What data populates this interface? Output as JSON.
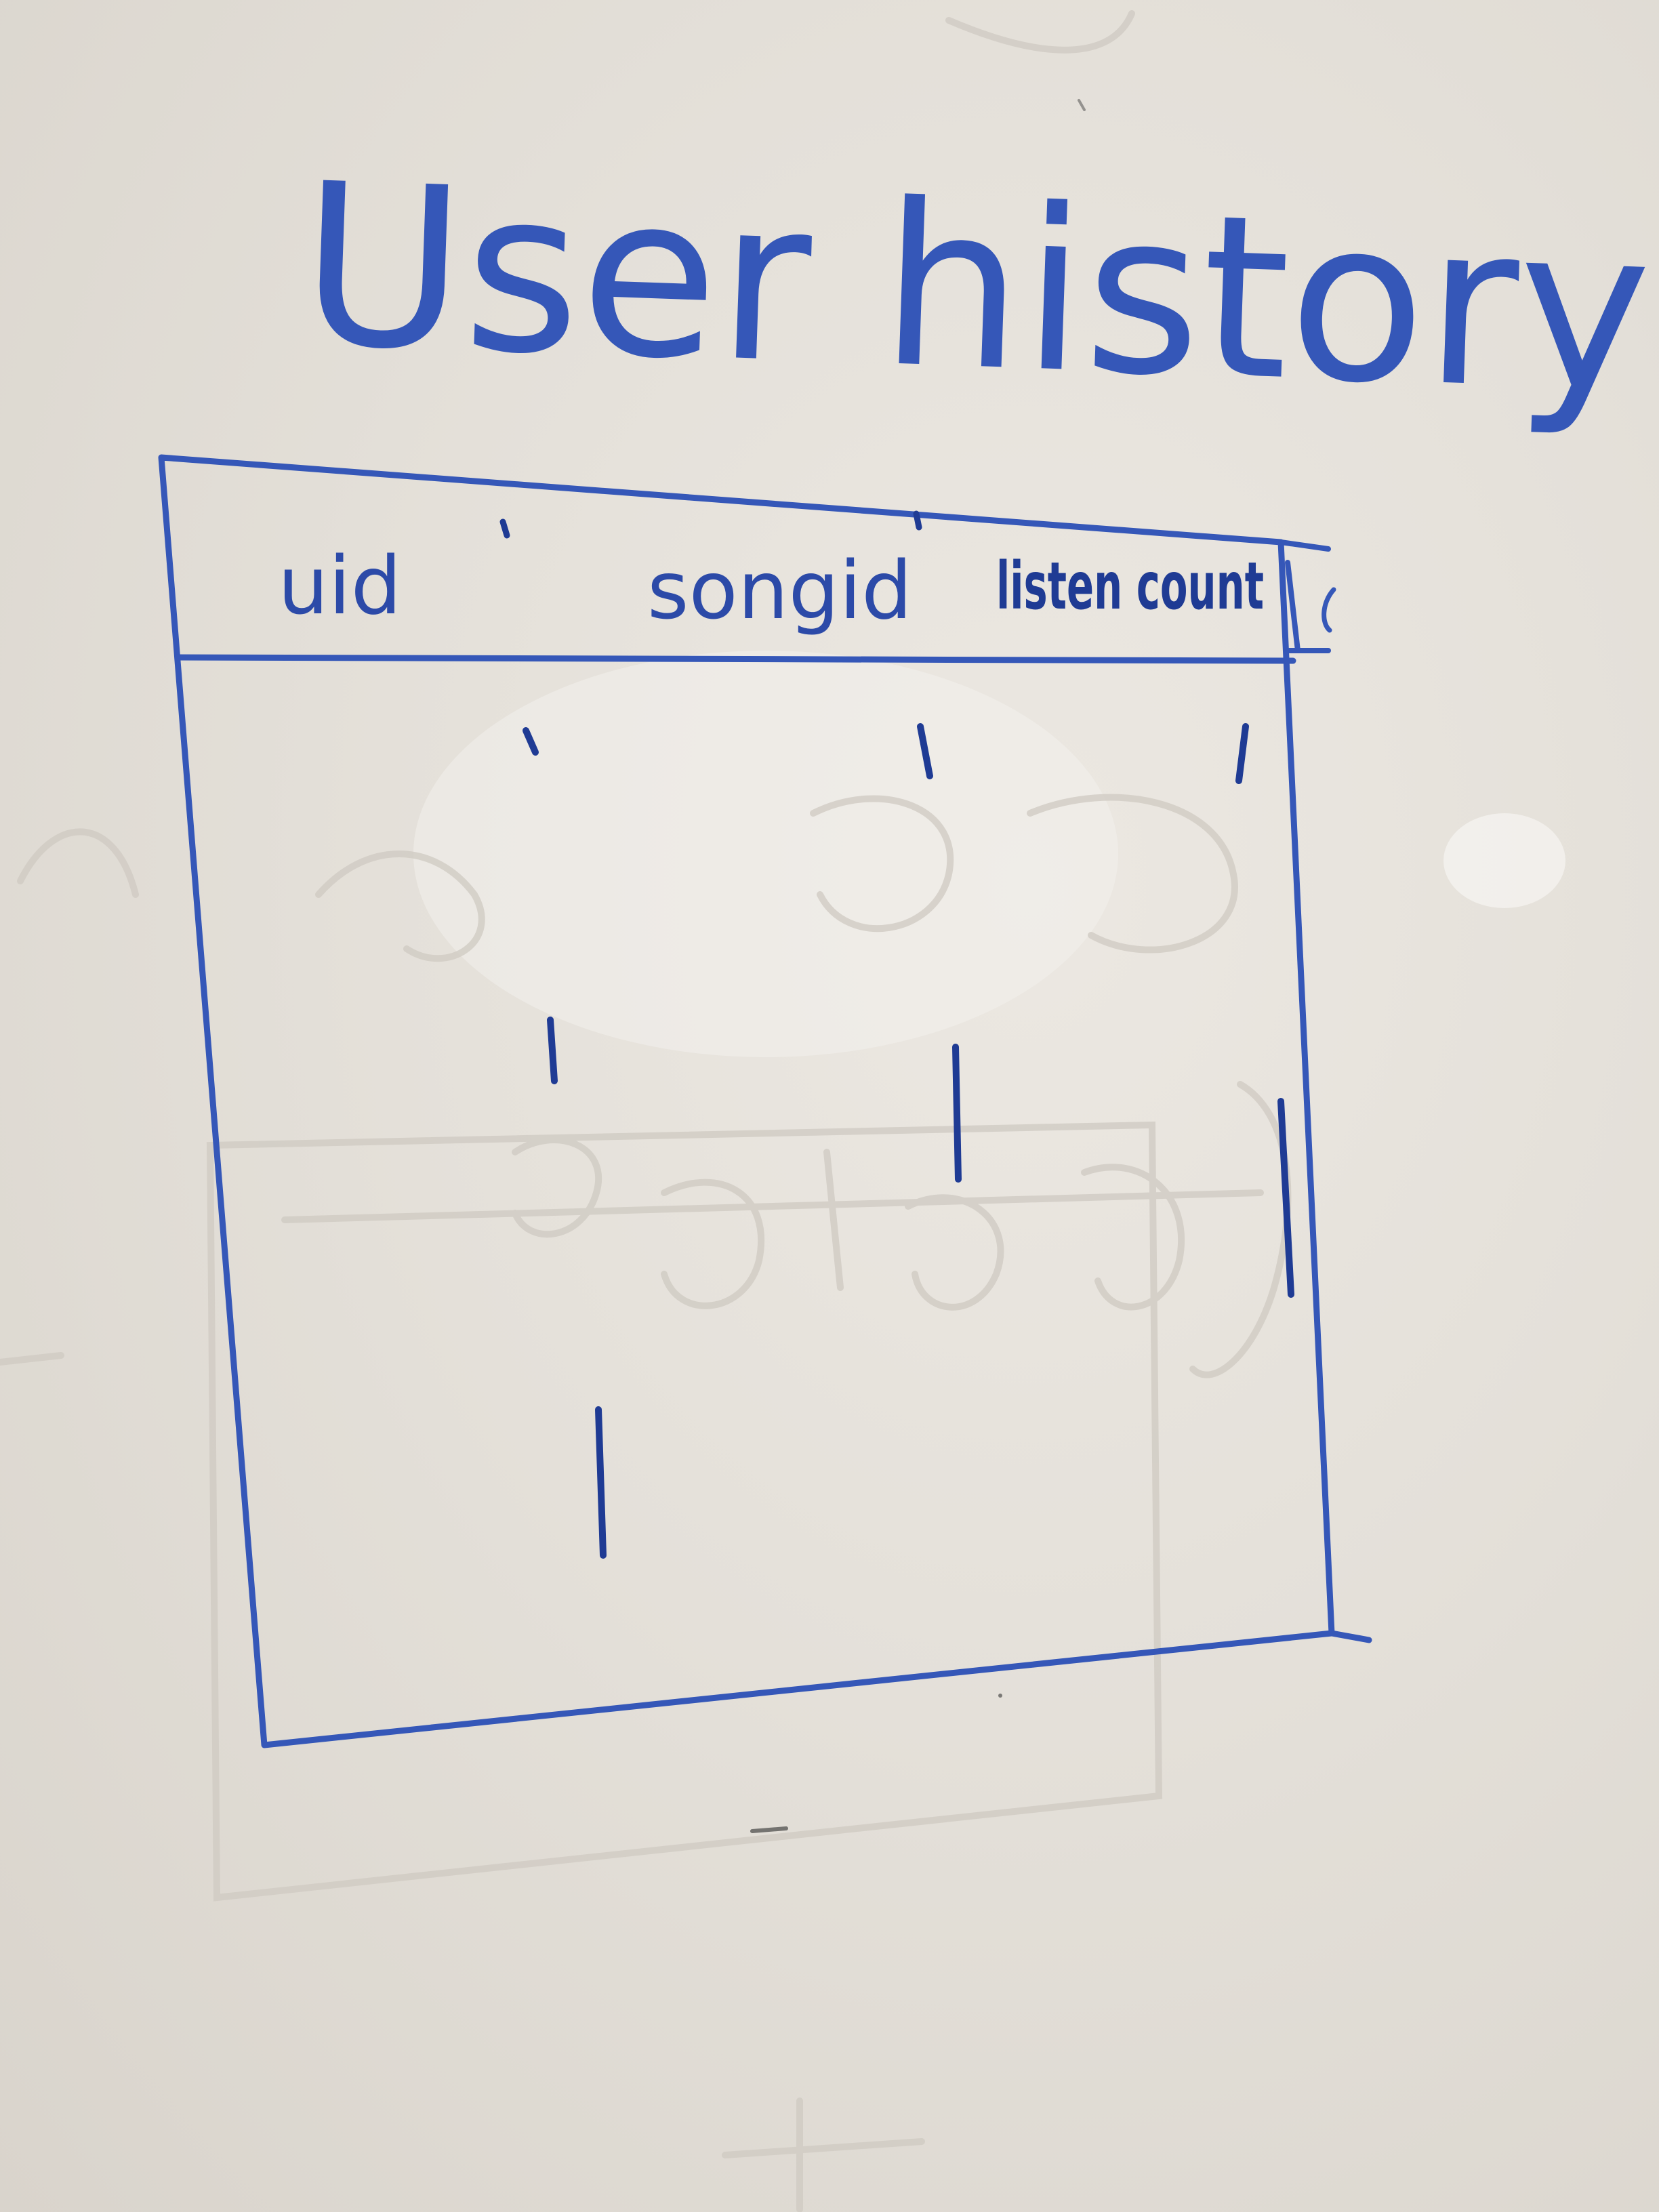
{
  "board": {
    "title": "User history",
    "marker_color": "#3557b8",
    "ghost_color": "#cfcac2"
  },
  "table": {
    "columns": [
      {
        "label": "uid"
      },
      {
        "label": "songid"
      },
      {
        "label": "listen count"
      }
    ]
  }
}
